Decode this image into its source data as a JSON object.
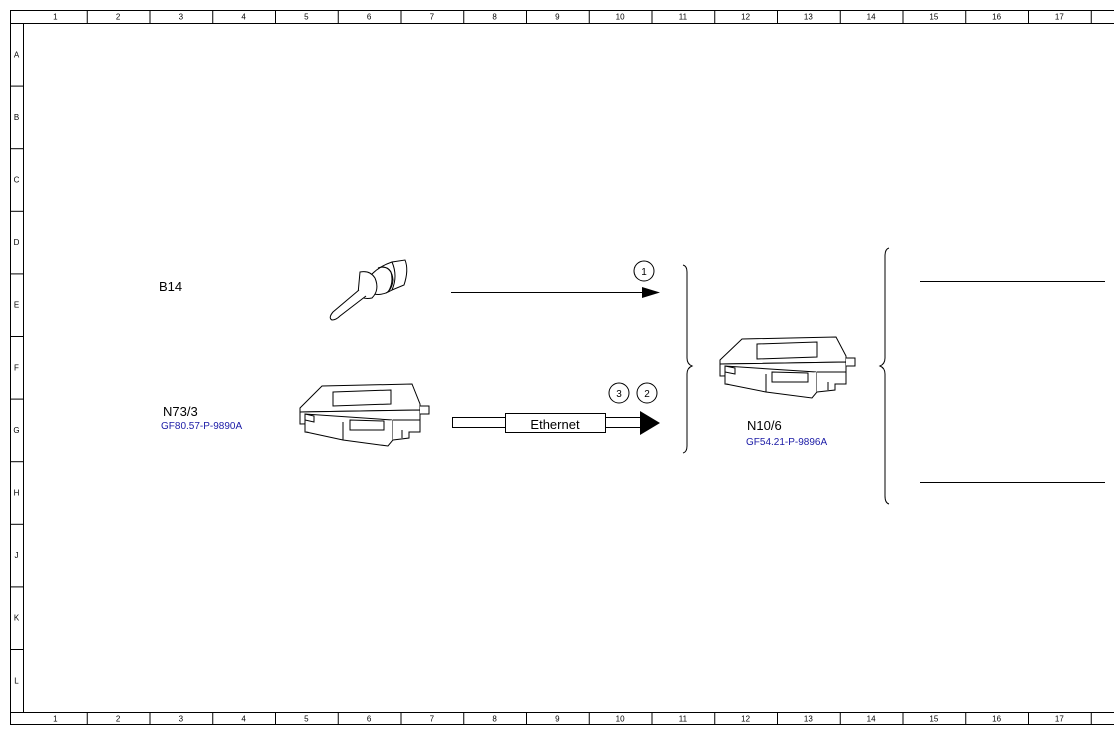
{
  "grid": {
    "columns": [
      "1",
      "2",
      "3",
      "4",
      "5",
      "6",
      "7",
      "8",
      "9",
      "10",
      "11",
      "12",
      "13",
      "14",
      "15",
      "16",
      "17"
    ],
    "rows": [
      "A",
      "B",
      "C",
      "D",
      "E",
      "F",
      "G",
      "H",
      "J",
      "K",
      "L"
    ]
  },
  "components": {
    "b14": {
      "code": "B14"
    },
    "n73_3": {
      "code": "N73/3",
      "ref": "GF80.57-P-9890A"
    },
    "n10_6": {
      "code": "N10/6",
      "ref": "GF54.21-P-9896A"
    }
  },
  "signals": {
    "one": "1",
    "two": "2",
    "three": "3",
    "ethernet": "Ethernet"
  },
  "colors": {
    "line": "#000000",
    "reference_link": "#1a1aa6"
  }
}
